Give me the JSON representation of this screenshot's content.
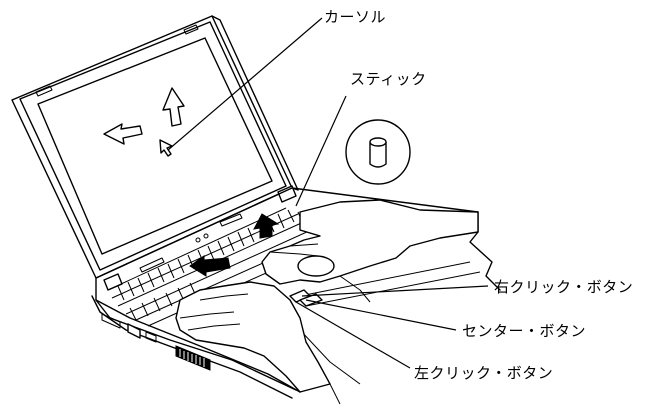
{
  "labels": {
    "cursor": "カーソル",
    "stick": "スティック",
    "right_click": "右クリック・ボタン",
    "center": "センター・ボタン",
    "left_click": "左クリック・ボタン"
  }
}
